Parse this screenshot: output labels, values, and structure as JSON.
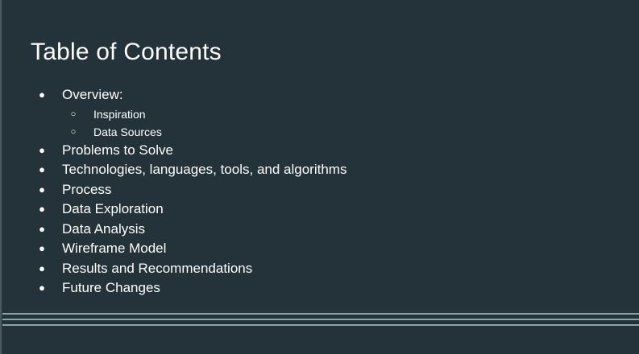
{
  "slide": {
    "title": "Table of Contents",
    "bullet_glyph": "●",
    "sub_bullet_glyph": "○",
    "items": [
      {
        "label": "Overview:",
        "subitems": [
          "Inspiration",
          "Data Sources"
        ]
      },
      {
        "label": "Problems to Solve"
      },
      {
        "label": "Technologies, languages, tools, and algorithms"
      },
      {
        "label": "Process"
      },
      {
        "label": "Data Exploration"
      },
      {
        "label": "Data Analysis"
      },
      {
        "label": "Wireframe Model"
      },
      {
        "label": "Results and Recommendations"
      },
      {
        "label": "Future Changes"
      }
    ],
    "colors": {
      "background": "#24333a",
      "text": "#ffffff",
      "rule": "#8fa3a6"
    }
  }
}
